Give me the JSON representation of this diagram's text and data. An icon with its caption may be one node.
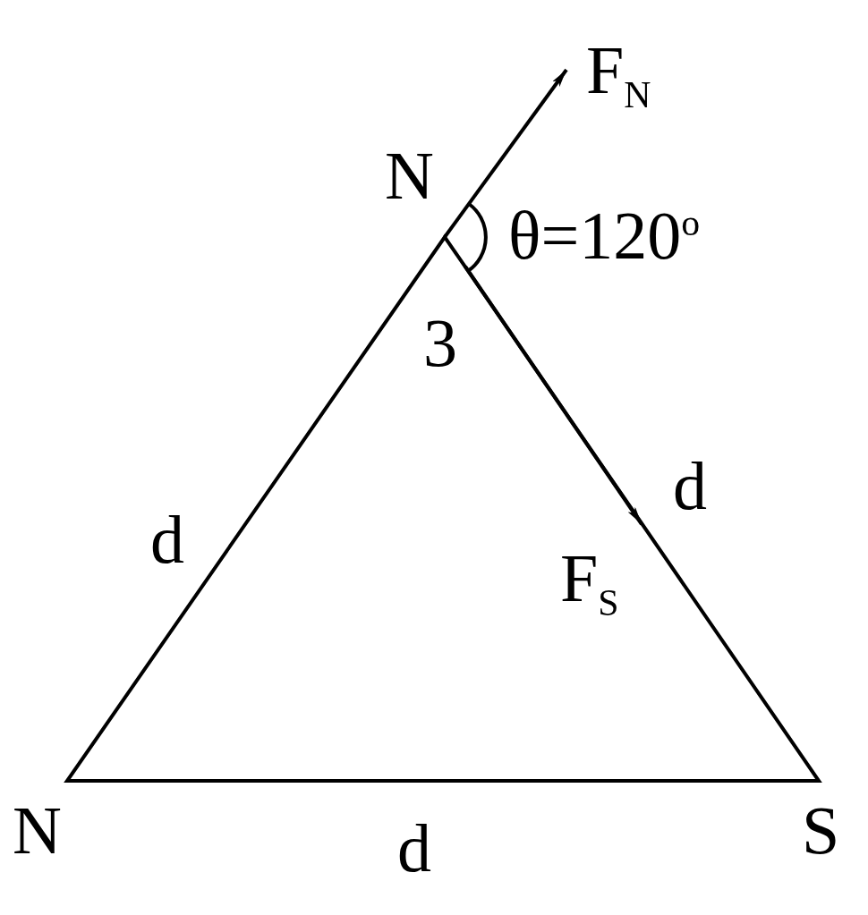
{
  "diagram": {
    "labels": [
      "F$_{N}$",
      "N",
      "θ=120$^{o}$",
      "3",
      "d",
      "d",
      "F$_{S}$",
      "N",
      "d",
      "S"
    ]
  }
}
